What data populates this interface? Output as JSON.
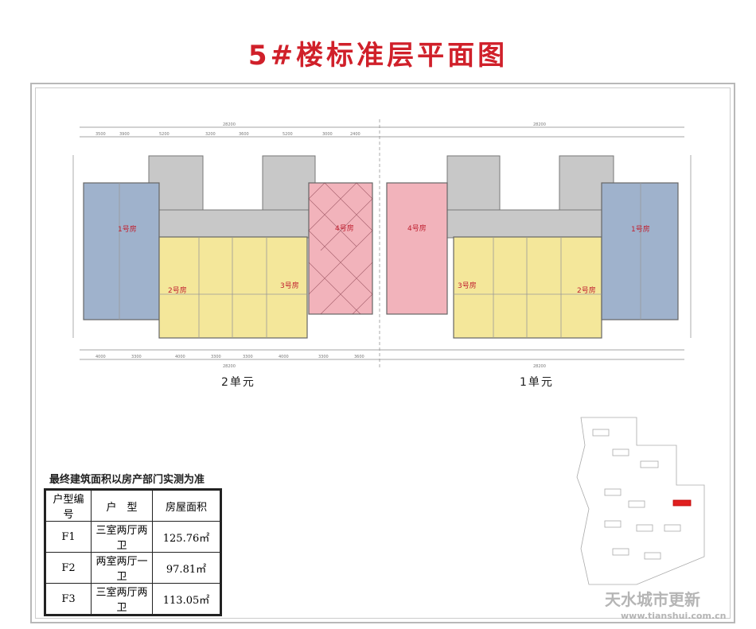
{
  "title": "5#楼标准层平面图",
  "units": {
    "left": "2单元",
    "right": "1单元"
  },
  "rooms": {
    "r1": "1号房",
    "r2": "2号房",
    "r3": "3号房",
    "r4": "4号房"
  },
  "dims": {
    "total": "28200",
    "top": [
      "3500",
      "3900",
      "5200",
      "3200",
      "3600",
      "5200",
      "3000",
      "2400"
    ],
    "bottom": [
      "4000",
      "3300",
      "4000",
      "3300",
      "3300",
      "4000",
      "3300",
      "3600"
    ]
  },
  "table": {
    "caption": "最终建筑面积以房产部门实测为准",
    "headers": [
      "户型编号",
      "户　型",
      "房屋面积"
    ],
    "rows": [
      {
        "code": "F1",
        "type": "三室两厅两卫",
        "area": "125.76㎡"
      },
      {
        "code": "F2",
        "type": "两室两厅一卫",
        "area": "97.81㎡"
      },
      {
        "code": "F3",
        "type": "三室两厅两卫",
        "area": "113.05㎡"
      }
    ]
  },
  "watermark": {
    "name": "天水城市更新",
    "url": "www.tianshui.com.cn"
  },
  "colors": {
    "title": "#d0202a",
    "blue": "#9fb2cc",
    "yellow": "#f4e79a",
    "pink": "#f2b3bb",
    "grey": "#c8c8c8"
  }
}
